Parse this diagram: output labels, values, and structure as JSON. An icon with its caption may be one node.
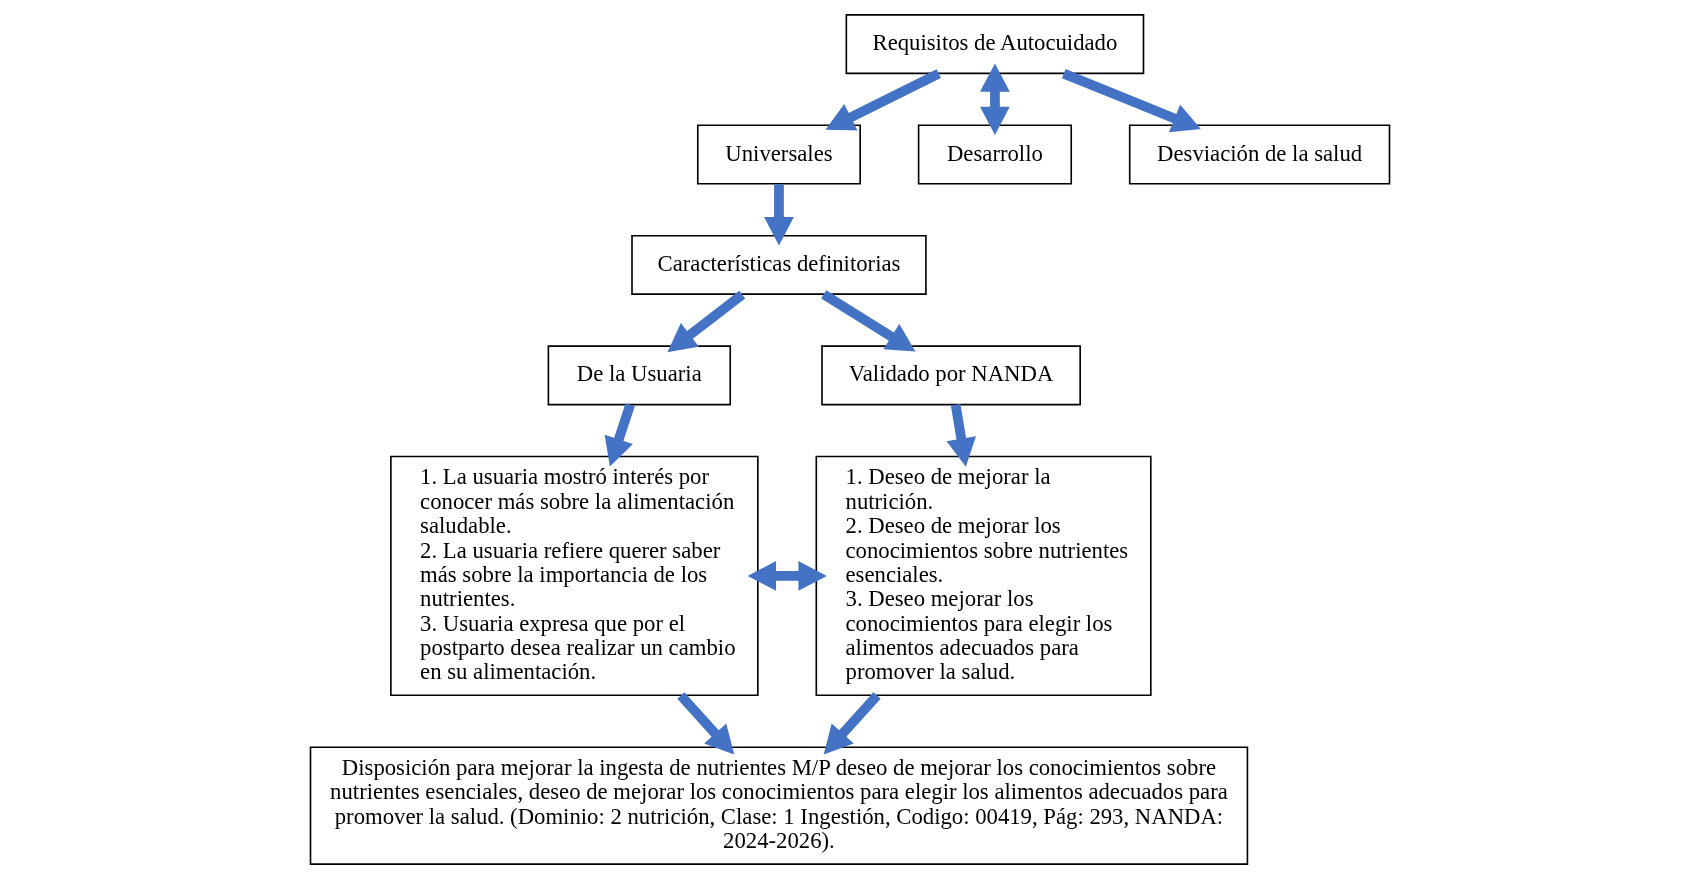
{
  "diagram": {
    "nodes": [
      {
        "text": [
          "Requisitos de Autocuidado"
        ]
      },
      {
        "text": [
          "Universales"
        ]
      },
      {
        "text": [
          "Desarrollo"
        ]
      },
      {
        "text": [
          "Desviación de la salud"
        ]
      },
      {
        "text": [
          "Características definitorias"
        ]
      },
      {
        "text": [
          "De la Usuaria"
        ]
      },
      {
        "text": [
          "Validado por NANDA"
        ]
      },
      {
        "text": [
          "1. La usuaria mostró interés por conocer más sobre la alimentación saludable.",
          "2. La usuaria refiere querer saber más sobre la importancia de los nutrientes.",
          "3. Usuaria expresa que por el postparto desea realizar un cambio en su alimentación."
        ]
      },
      {
        "text": [
          "1. Deseo de mejorar la nutrición.",
          "2. Deseo de mejorar los conocimientos sobre nutrientes esenciales.",
          "3. Deseo mejorar los conocimientos para elegir los alimentos adecuados para promover la salud."
        ]
      },
      {
        "text": [
          "Disposición para mejorar la ingesta de nutrientes M/P deseo de mejorar los conocimientos sobre nutrientes esenciales, deseo de mejorar los conocimientos para elegir los alimentos adecuados para promover la salud. (Dominio: 2 nutrición, Clase: 1 Ingestión, Codigo: 00419, Pág: 293, NANDA: 2024-2026)."
        ]
      }
    ],
    "edges": [
      {
        "from": 0,
        "to": 1,
        "arrow": "to"
      },
      {
        "from": 0,
        "to": 2,
        "arrow": "both"
      },
      {
        "from": 0,
        "to": 3,
        "arrow": "to"
      },
      {
        "from": 1,
        "to": 4,
        "arrow": "to"
      },
      {
        "from": 4,
        "to": 5,
        "arrow": "to"
      },
      {
        "from": 4,
        "to": 6,
        "arrow": "to"
      },
      {
        "from": 5,
        "to": 7,
        "arrow": "to"
      },
      {
        "from": 6,
        "to": 8,
        "arrow": "to"
      },
      {
        "from": 7,
        "to": 8,
        "arrow": "both"
      },
      {
        "from": 7,
        "to": 9,
        "arrow": "to"
      },
      {
        "from": 8,
        "to": 9,
        "arrow": "to"
      }
    ]
  }
}
